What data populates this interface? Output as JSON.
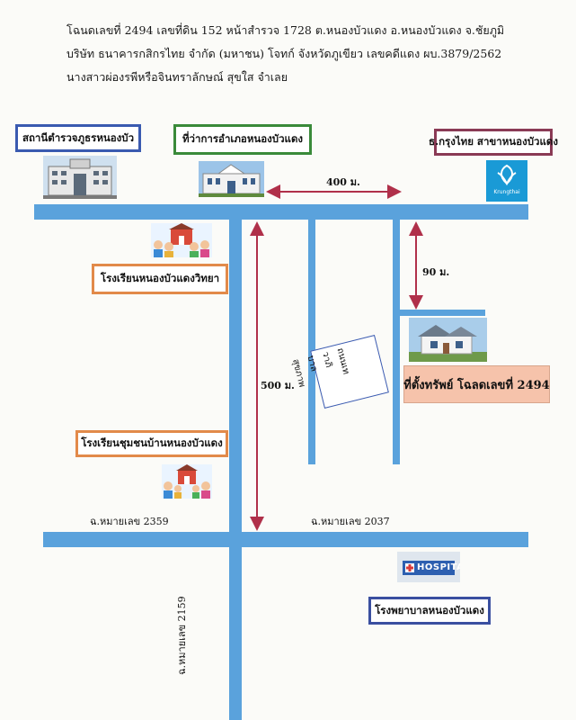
{
  "header": {
    "line1": "โฉนดเลขที่ 2494  เลขที่ดิน 152  หน้าสำรวจ 1728  ต.หนองบัวแดง อ.หนองบัวแดง  จ.ชัยภูมิ",
    "line2": "บริษัท ธนาคารกสิกรไทย จำกัด (มหาชน)  โจทก์  จังหวัดภูเขียว  เลขคดีแดง  ผบ.3879/2562",
    "line3": "นางสาวผ่องรพีหรือจินทราลักษณ์ สุขใส  จำเลย"
  },
  "places": {
    "police_station": "สถานีตำรวจภูธรหนองบัว",
    "district_office": "ที่ว่าการอำเภอหนองบัวแดง",
    "bank": "ธ.กรุงไทย สาขาหนองบัวแดง",
    "school_1": "โรงเรียนหนองบัวแดงวิทยา",
    "school_2": "โรงเรียนชุมชนบ้านหนองบัวแดง",
    "property": "ที่ตั้งทรัพย์ โฉลดเลขที่ 2494",
    "hospital": "โรงพยาบาลหนองบัวแดง"
  },
  "bank_logo_text": "Krungthai",
  "hospital_sign_text": "HOSPITAL",
  "distances": {
    "d400": "400 ม.",
    "d90": "90 ม.",
    "d500": "500 ม."
  },
  "roads": {
    "soi_2359": "ฉ.หมายเลข 2359",
    "soi_2037": "ฉ.หมายเลข 2037",
    "soi_2159": "ฉ.หมายเลข 2159",
    "road_vertical": "ถนนเทวาภิบาล\nสุขภาพ"
  },
  "colors": {
    "road": "#5aa2dc",
    "police_border": "#3a5ab0",
    "district_border": "#3a8a3a",
    "bank_border": "#8a3a55",
    "school_border": "#e28a4a",
    "property_fill": "#f6c3ab",
    "hospital_border": "#3a4fa0",
    "arrow": "#b0304a"
  }
}
